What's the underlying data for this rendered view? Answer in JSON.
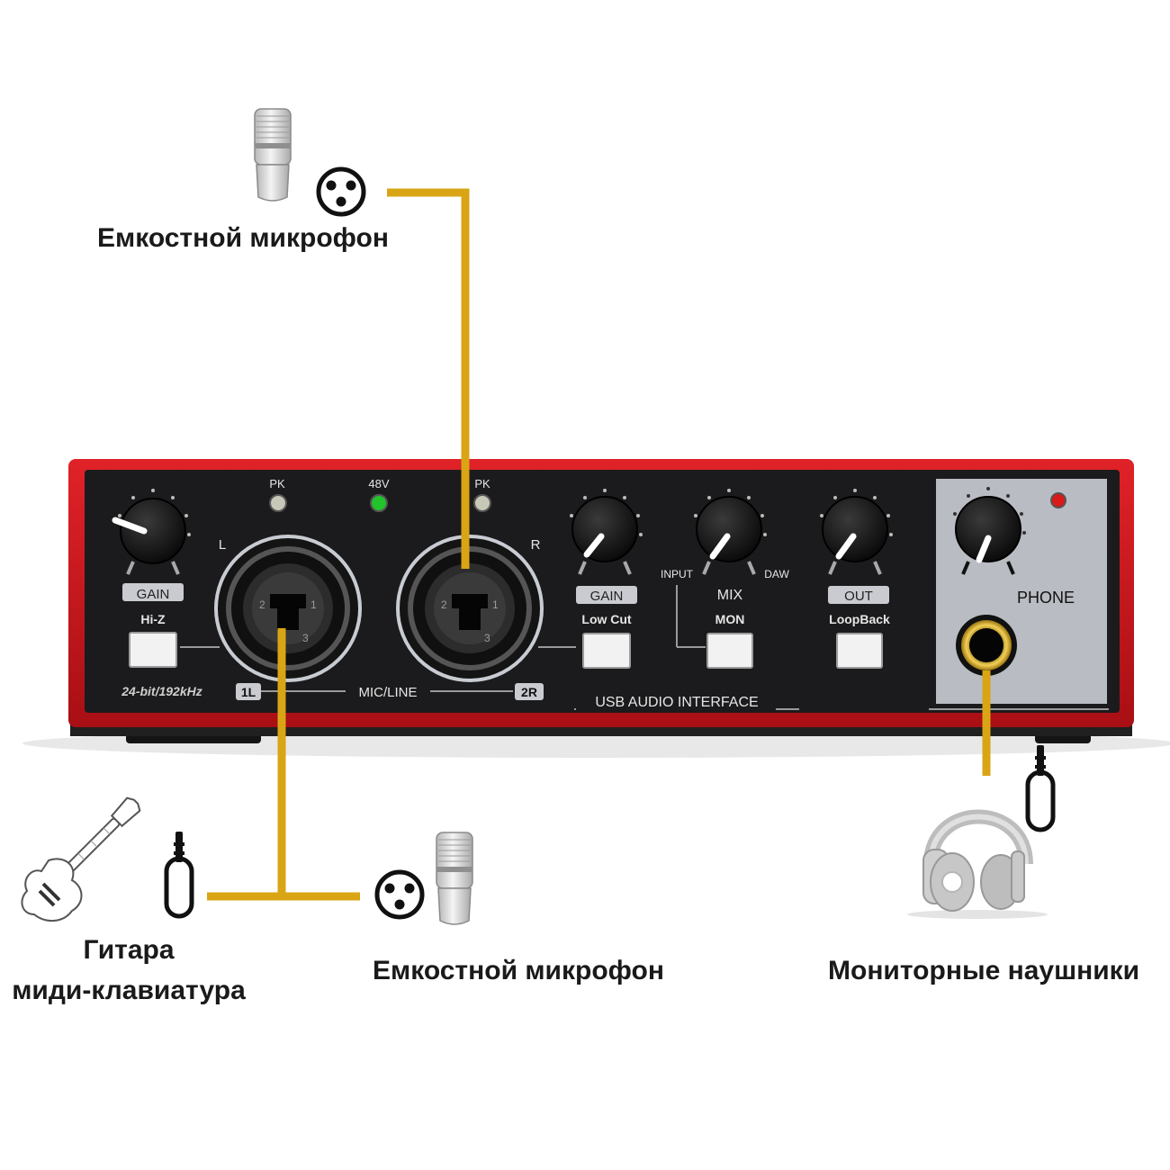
{
  "colors": {
    "cable": "#d9a515",
    "chassis": "#c8161b",
    "panel": "#1b1b1d",
    "phone_panel": "#b9bcc2"
  },
  "captions": {
    "top_mic": "Емкостной микрофон",
    "bottom_mic": "Емкостной микрофон",
    "guitar_line1": "Гитара",
    "guitar_line2": "миди-клавиатура",
    "headphones": "Мониторные наушники"
  },
  "device": {
    "pk_left": "PK",
    "phantom": "48V",
    "pk_right": "PK",
    "channel_left": "L",
    "channel_right": "R",
    "gain_left": "GAIN",
    "gain_right": "GAIN",
    "hiz": "Hi-Z",
    "lowcut": "Low Cut",
    "mix": "MIX",
    "mix_input": "INPUT",
    "mix_daw": "DAW",
    "mon": "MON",
    "out": "OUT",
    "loopback": "LoopBack",
    "phone": "PHONE",
    "bitrate": "24-bit/192kHz",
    "input1": "1L",
    "micline": "MIC/LINE",
    "input2": "2R",
    "usb": "USB AUDIO INTERFACE",
    "pin1": "1",
    "pin2": "2",
    "pin3": "3"
  },
  "icons": [
    "condenser-mic-icon",
    "xlr-connector-icon",
    "electric-guitar-icon",
    "jack-plug-icon",
    "headphones-icon"
  ]
}
